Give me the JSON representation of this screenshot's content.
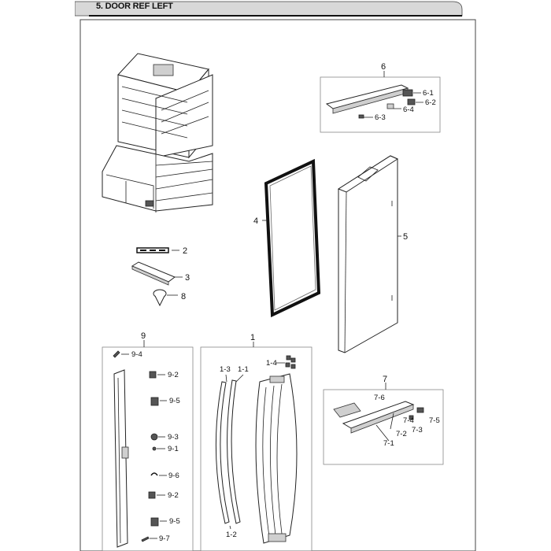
{
  "header": {
    "title": "5. DOOR REF LEFT"
  },
  "callouts": {
    "p1": "1",
    "p1_1": "1-1",
    "p1_2": "1-2",
    "p1_3": "1-3",
    "p1_4": "1-4",
    "p2": "2",
    "p3": "3",
    "p4": "4",
    "p5": "5",
    "p6": "6",
    "p6_1": "6-1",
    "p6_2": "6-2",
    "p6_3": "6-3",
    "p6_4": "6-4",
    "p7": "7",
    "p7_1": "7-1",
    "p7_2": "7-2",
    "p7_3": "7-3",
    "p7_4": "7-4",
    "p7_5": "7-5",
    "p7_6": "7-6",
    "p8": "8",
    "p9": "9",
    "p9_1": "9-1",
    "p9_2a": "9-2",
    "p9_2b": "9-2",
    "p9_3": "9-3",
    "p9_4": "9-4",
    "p9_5a": "9-5",
    "p9_5b": "9-5",
    "p9_6": "9-6",
    "p9_7": "9-7"
  }
}
